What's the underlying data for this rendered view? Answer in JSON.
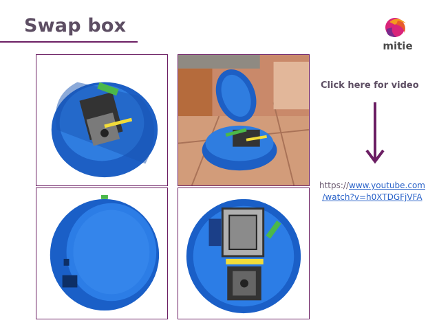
{
  "slide": {
    "title": "Swap box",
    "logo_text": "mitie"
  },
  "video": {
    "label": "Click here for video",
    "url_prefix": "https://",
    "url_link_line1": "www.youtube.com",
    "url_link_line2": "/watch?v=h0XTDGFjVFA"
  },
  "colors": {
    "accent": "#6b1e63",
    "title": "#5d4e63",
    "link": "#2a63c9",
    "box_blue": "#1f6fd1"
  },
  "images": [
    {
      "name": "open-swap-box-tilted-icon"
    },
    {
      "name": "swap-box-on-tiles-icon"
    },
    {
      "name": "closed-swap-box-icon"
    },
    {
      "name": "open-swap-box-with-trap-icon"
    }
  ]
}
